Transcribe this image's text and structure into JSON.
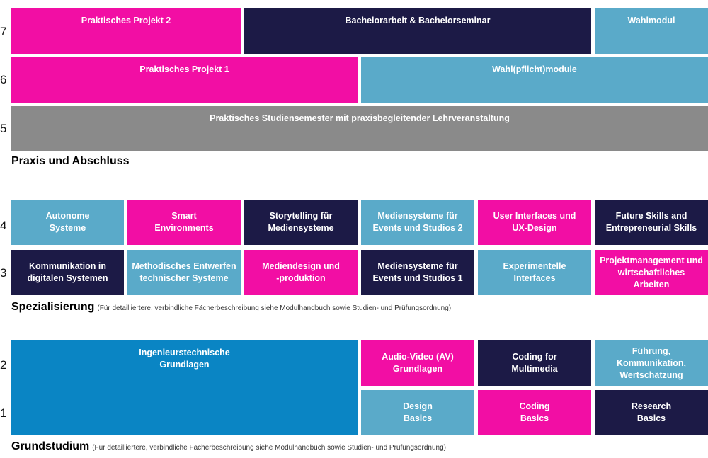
{
  "colors": {
    "pink": "#f20ea4",
    "navy": "#1c1a46",
    "sky": "#5aaac9",
    "gray": "#8a8a8a",
    "blue": "#0a85c4"
  },
  "semester_labels": [
    "7",
    "6",
    "5",
    "4",
    "3",
    "2",
    "1"
  ],
  "sections": {
    "praxis": {
      "title": "Praxis und Abschluss"
    },
    "spezialisierung": {
      "title": "Spezialisierung",
      "note": "(Für detailliertere, verbindliche Fächerbeschreibung siehe Modulhandbuch sowie Studien- und Prüfungsordnung)"
    },
    "grundstudium": {
      "title": "Grundstudium",
      "note": "(Für detailliertere, verbindliche Fächerbeschreibung siehe Modulhandbuch sowie Studien- und Prüfungsordnung)"
    }
  },
  "modules": {
    "s7_praktisches_projekt_2": "Praktisches Projekt 2",
    "s7_bachelorarbeit": "Bachelorarbeit & Bachelorseminar",
    "s7_wahlmodul": "Wahlmodul",
    "s6_praktisches_projekt_1": "Praktisches Projekt 1",
    "s6_wahlpflichtmodule": "Wahl(pflicht)module",
    "s5_praxissemester": "Praktisches Studiensemester mit praxisbegleitender Lehrveranstaltung",
    "s4_autonome_systeme": "Autonome\nSysteme",
    "s4_smart_environments": "Smart\nEnvironments",
    "s4_storytelling": "Storytelling für\nMediensysteme",
    "s4_mediensysteme_2": "Mediensysteme für\nEvents und Studios 2",
    "s4_ui_ux": "User Interfaces und\nUX-Design",
    "s4_future_skills": "Future Skills and\nEntrepreneurial Skills",
    "s3_kommunikation": "Kommunikation in\ndigitalen Systemen",
    "s3_methodisches_entwerfen": "Methodisches Entwerfen\ntechnischer Systeme",
    "s3_mediendesign": "Mediendesign und\n-produktion",
    "s3_mediensysteme_1": "Mediensysteme für\nEvents und Studios 1",
    "s3_experimentelle_interfaces": "Experimentelle\nInterfaces",
    "s3_projektmanagement": "Projektmanagement und\nwirtschaftliches Arbeiten",
    "s12_ingenieurtechnische_grundlagen": "Ingenieurstechnische\nGrundlagen",
    "s2_audio_video": "Audio-Video (AV)\nGrundlagen",
    "s2_coding_multimedia": "Coding for\nMultimedia",
    "s2_fuehrung": "Führung, Kommunikation,\nWertschätzung",
    "s1_design_basics": "Design\nBasics",
    "s1_coding_basics": "Coding\nBasics",
    "s1_research_basics": "Research\nBasics"
  }
}
